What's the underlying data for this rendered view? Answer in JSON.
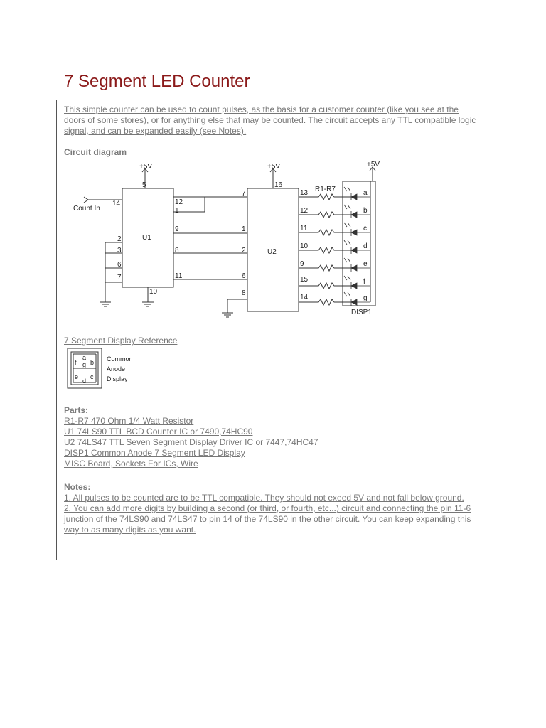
{
  "title": "7 Segment LED Counter",
  "intro": "This simple counter can be used to count pulses, as the basis for a customer counter (like you see at the doors of some stores), or for anything else that may be counted. The circuit accepts any TTL compatible logic signal, and can be expanded easily (see Notes).",
  "circuit_heading": "Circuit diagram",
  "schematic": {
    "vcc": "+5V",
    "count_in": "Count In",
    "u1": "U1",
    "u2": "U2",
    "resistors": "R1-R7",
    "display": "DISP1",
    "u1_pins": {
      "p5": "5",
      "p14": "14",
      "p12": "12",
      "p1": "1",
      "p9": "9",
      "p8": "8",
      "p11": "11",
      "p2": "2",
      "p3": "3",
      "p6": "6",
      "p7": "7",
      "p10": "10"
    },
    "u2_pins": {
      "p16": "16",
      "p7": "7",
      "p1": "1",
      "p2": "2",
      "p6": "6",
      "p8": "8"
    },
    "outputs": [
      {
        "pin": "13",
        "seg": "a"
      },
      {
        "pin": "12",
        "seg": "b"
      },
      {
        "pin": "11",
        "seg": "c"
      },
      {
        "pin": "10",
        "seg": "d"
      },
      {
        "pin": "9",
        "seg": "e"
      },
      {
        "pin": "15",
        "seg": "f"
      },
      {
        "pin": "14",
        "seg": "g"
      }
    ]
  },
  "display_reference": {
    "label": "7 Segment Display Reference",
    "segments": {
      "a": "a",
      "b": "b",
      "c": "c",
      "d": "d",
      "e": "e",
      "f": "f",
      "g": "g"
    },
    "caption": [
      "Common",
      "Anode",
      "Display"
    ]
  },
  "parts": {
    "heading": "Parts:",
    "items": [
      "R1-R7 470 Ohm 1/4 Watt Resistor",
      "U1 74LS90 TTL BCD Counter IC or 7490,74HC90",
      "U2 74LS47 TTL Seven Segment Display Driver IC or 7447,74HC47",
      "DISP1 Common Anode 7 Segment LED Display",
      "MISC Board, Sockets For ICs, Wire"
    ]
  },
  "notes": {
    "heading": "Notes:",
    "items": [
      "1. All pulses to be counted are to be TTL compatible. They should not exeed 5V and not fall below ground.",
      "2. You can add more digits by building a second (or third, or fourth, etc...) circuit and connecting the pin 11-6 junction of the 74LS90 and 74LS47 to pin 14 of the 74LS90 in the other circuit. You can keep expanding this way to as many digits as you want."
    ]
  }
}
